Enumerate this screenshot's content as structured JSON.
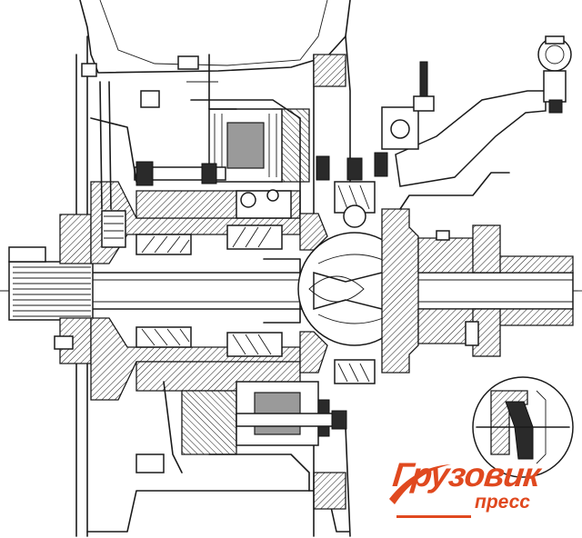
{
  "drawing": {
    "subject": "wheel-hub-reduction-gear-cross-section",
    "colors": {
      "line": "#1a1a1a",
      "background": "#ffffff"
    }
  },
  "logo": {
    "main_text": "Грузовик",
    "sub_text": "пресс",
    "color": "#e0491f"
  }
}
